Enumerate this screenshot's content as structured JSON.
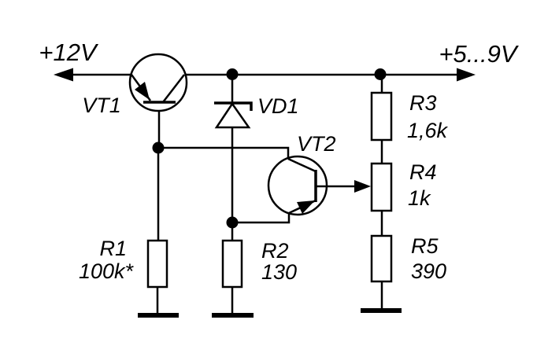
{
  "diagram_type": "circuit-schematic",
  "colors": {
    "ink": "#000000",
    "background": "#ffffff"
  },
  "rails": {
    "input_label": "+12V",
    "output_label": "+5...9V"
  },
  "components": {
    "vt1": {
      "ref": "VT1",
      "type": "pnp-transistor"
    },
    "vt2": {
      "ref": "VT2",
      "type": "pnp-transistor"
    },
    "vd1": {
      "ref": "VD1",
      "type": "zener-diode"
    },
    "r1": {
      "ref": "R1",
      "value": "100k*",
      "type": "resistor"
    },
    "r2": {
      "ref": "R2",
      "value": "130",
      "type": "resistor"
    },
    "r3": {
      "ref": "R3",
      "value": "1,6k",
      "type": "resistor"
    },
    "r4": {
      "ref": "R4",
      "value": "1k",
      "type": "potentiometer"
    },
    "r5": {
      "ref": "R5",
      "value": "390",
      "type": "resistor"
    }
  }
}
